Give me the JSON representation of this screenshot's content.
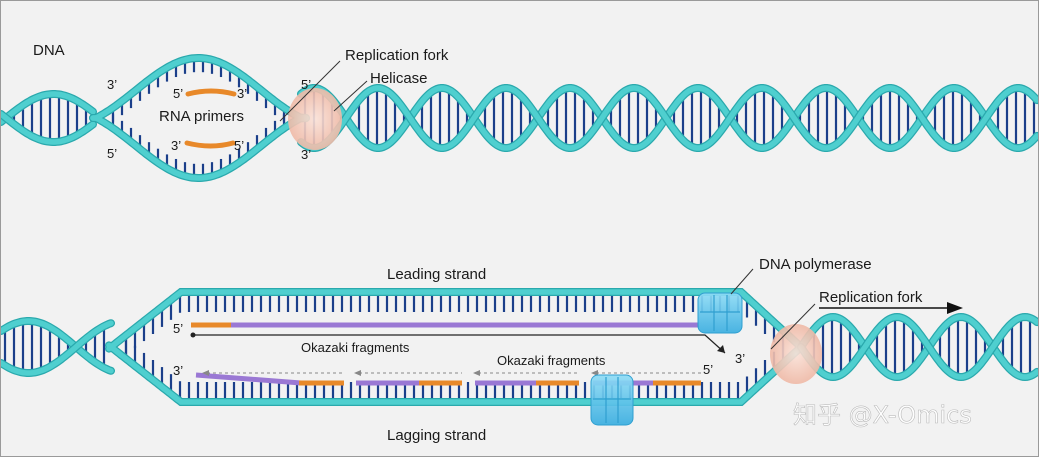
{
  "top_panel": {
    "dna_label": "DNA",
    "replication_fork_label": "Replication fork",
    "helicase_label": "Helicase",
    "rna_primers_label": "RNA primers",
    "end_3p_upper_left": "3’",
    "end_5p_lower_left": "5’",
    "end_5p_upper_right": "5’",
    "end_3p_lower_right": "3’",
    "primer_upper_5p": "5’",
    "primer_upper_3p": "3’",
    "primer_lower_3p": "3’",
    "primer_lower_5p": "5’"
  },
  "bottom_panel": {
    "leading_strand_label": "Leading strand",
    "lagging_strand_label": "Lagging strand",
    "dna_polymerase_label": "DNA polymerase",
    "replication_fork_label": "Replication fork",
    "okazaki_label_left": "Okazaki fragments",
    "okazaki_label_right": "Okazaki fragments",
    "leading_5p": "5’",
    "leading_3p": "3’",
    "lagging_3p": "3’",
    "lagging_5p": "5’"
  },
  "watermark": "知乎 @X-Omics",
  "colors": {
    "backbone": "#4fcfcf",
    "backbone_edge": "#2aa9ad",
    "base_pair": "#1b3f8a",
    "primer": "#e8892a",
    "new_strand": "#9a78d4",
    "helicase": "#f3c9b8",
    "polymerase": "#5bc6ec",
    "background": "#f2f2f2"
  }
}
